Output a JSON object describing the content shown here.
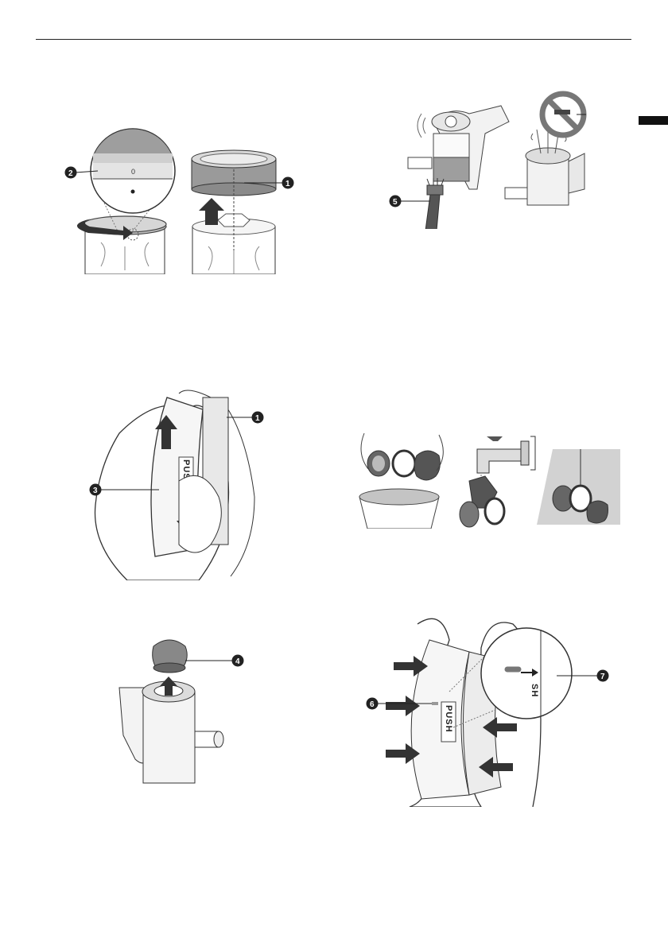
{
  "page": {
    "language_tab_color": "#111111",
    "rule_color": "#222222"
  },
  "callouts": {
    "c1a": "1",
    "c2": "2",
    "c1b": "1",
    "c3": "3",
    "c4": "4",
    "c5": "5",
    "c6": "6",
    "c7": "7"
  },
  "labels": {
    "push_a": "PUSH",
    "push_b": "PUSH",
    "push_zoom": "SH"
  },
  "icons": {
    "panel1": [
      "rotate-arrow-icon",
      "up-arrow-icon",
      "filter-cover-icon",
      "magnifier-circle-icon"
    ],
    "panel2": [
      "vacuum-handheld-icon",
      "brush-icon",
      "no-wash-prohibited-icon"
    ],
    "panel3": [
      "up-arrow-icon",
      "down-arrow-icon",
      "hand-icon"
    ],
    "panel4": [
      "trash-bin-icon",
      "faucet-icon",
      "dry-shade-icon"
    ],
    "panel5": [
      "cyclone-unit-icon",
      "up-arrow-icon",
      "cap-filter-icon"
    ],
    "panel6": [
      "push-arrow-icon",
      "magnifier-circle-icon"
    ]
  }
}
